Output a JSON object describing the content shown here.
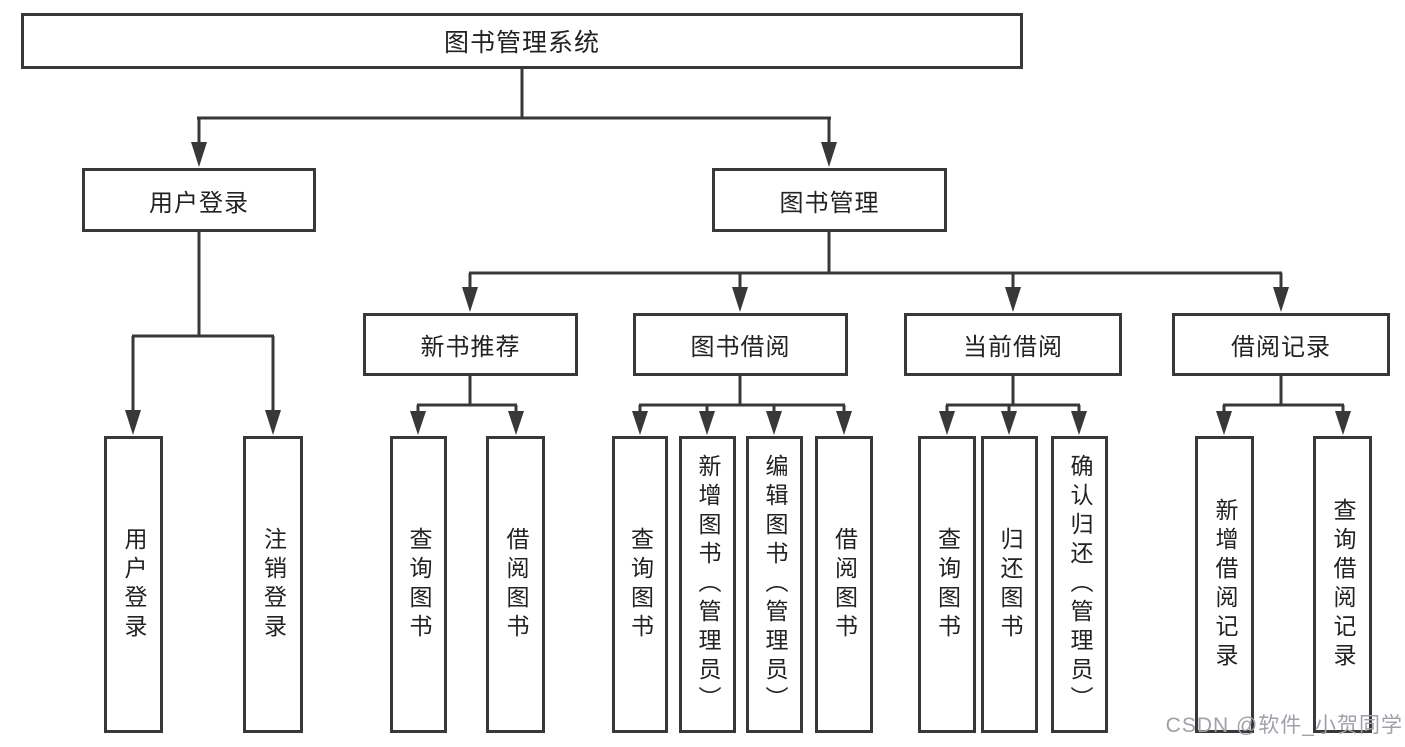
{
  "colors": {
    "line": "#383838",
    "text": "#222222",
    "background": "#ffffff",
    "watermark": "#a0a0a8"
  },
  "watermark": {
    "text": "CSDN @软件_小贺同学"
  },
  "tree": {
    "root": {
      "label": "图书管理系统"
    },
    "branches": [
      {
        "label": "用户登录",
        "children": [
          {
            "label": "用户登录"
          },
          {
            "label": "注销登录"
          }
        ]
      },
      {
        "label": "图书管理",
        "groups": [
          {
            "label": "新书推荐",
            "children": [
              {
                "label": "查询图书"
              },
              {
                "label": "借阅图书"
              }
            ]
          },
          {
            "label": "图书借阅",
            "children": [
              {
                "label": "查询图书"
              },
              {
                "label": "新增图书（管理员）"
              },
              {
                "label": "编辑图书（管理员）"
              },
              {
                "label": "借阅图书"
              }
            ]
          },
          {
            "label": "当前借阅",
            "children": [
              {
                "label": "查询图书"
              },
              {
                "label": "归还图书"
              },
              {
                "label": "确认归还（管理员）"
              }
            ]
          },
          {
            "label": "借阅记录",
            "children": [
              {
                "label": "新增借阅记录"
              },
              {
                "label": "查询借阅记录"
              }
            ]
          }
        ]
      }
    ]
  }
}
